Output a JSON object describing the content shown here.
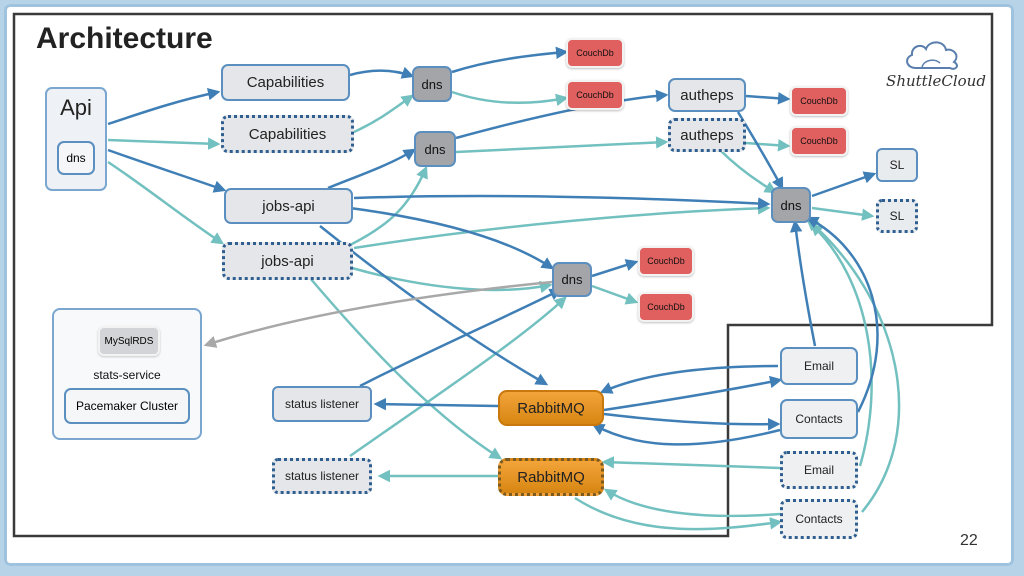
{
  "title": "Architecture",
  "logo": {
    "text": "ShuttleCloud",
    "icon": "cloud-icon"
  },
  "page_number": "22",
  "api": {
    "label": "Api",
    "dns_label": "dns"
  },
  "stats_service": {
    "db_label": "MySqlRDS",
    "label": "stats-service",
    "cluster_label": "Pacemaker Cluster"
  },
  "capabilities": {
    "primary": "Capabilities",
    "secondary": "Capabilities"
  },
  "jobs_api": {
    "primary": "jobs-api",
    "secondary": "jobs-api"
  },
  "dns": {
    "a": "dns",
    "b": "dns",
    "c": "dns",
    "d": "dns"
  },
  "couchdb": {
    "c1": "CouchDb",
    "c2": "CouchDb",
    "c3": "CouchDb",
    "c4": "CouchDb",
    "c5": "CouchDb",
    "c6": "CouchDb"
  },
  "autheps": {
    "primary": "autheps",
    "secondary": "autheps"
  },
  "sl": {
    "primary": "SL",
    "secondary": "SL"
  },
  "email": {
    "primary": "Email",
    "secondary": "Email"
  },
  "contacts": {
    "primary": "Contacts",
    "secondary": "Contacts"
  },
  "rabbitmq": {
    "primary": "RabbitMQ",
    "secondary": "RabbitMQ"
  },
  "status_listener": {
    "primary": "status listener",
    "secondary": "status listener"
  },
  "colors": {
    "primary_edge": "#3f7fb6",
    "secondary_edge": "#72c0bf",
    "stats_edge": "#a8a8a8",
    "couchdb": "#e0605f",
    "rabbitmq": "#e89520"
  }
}
